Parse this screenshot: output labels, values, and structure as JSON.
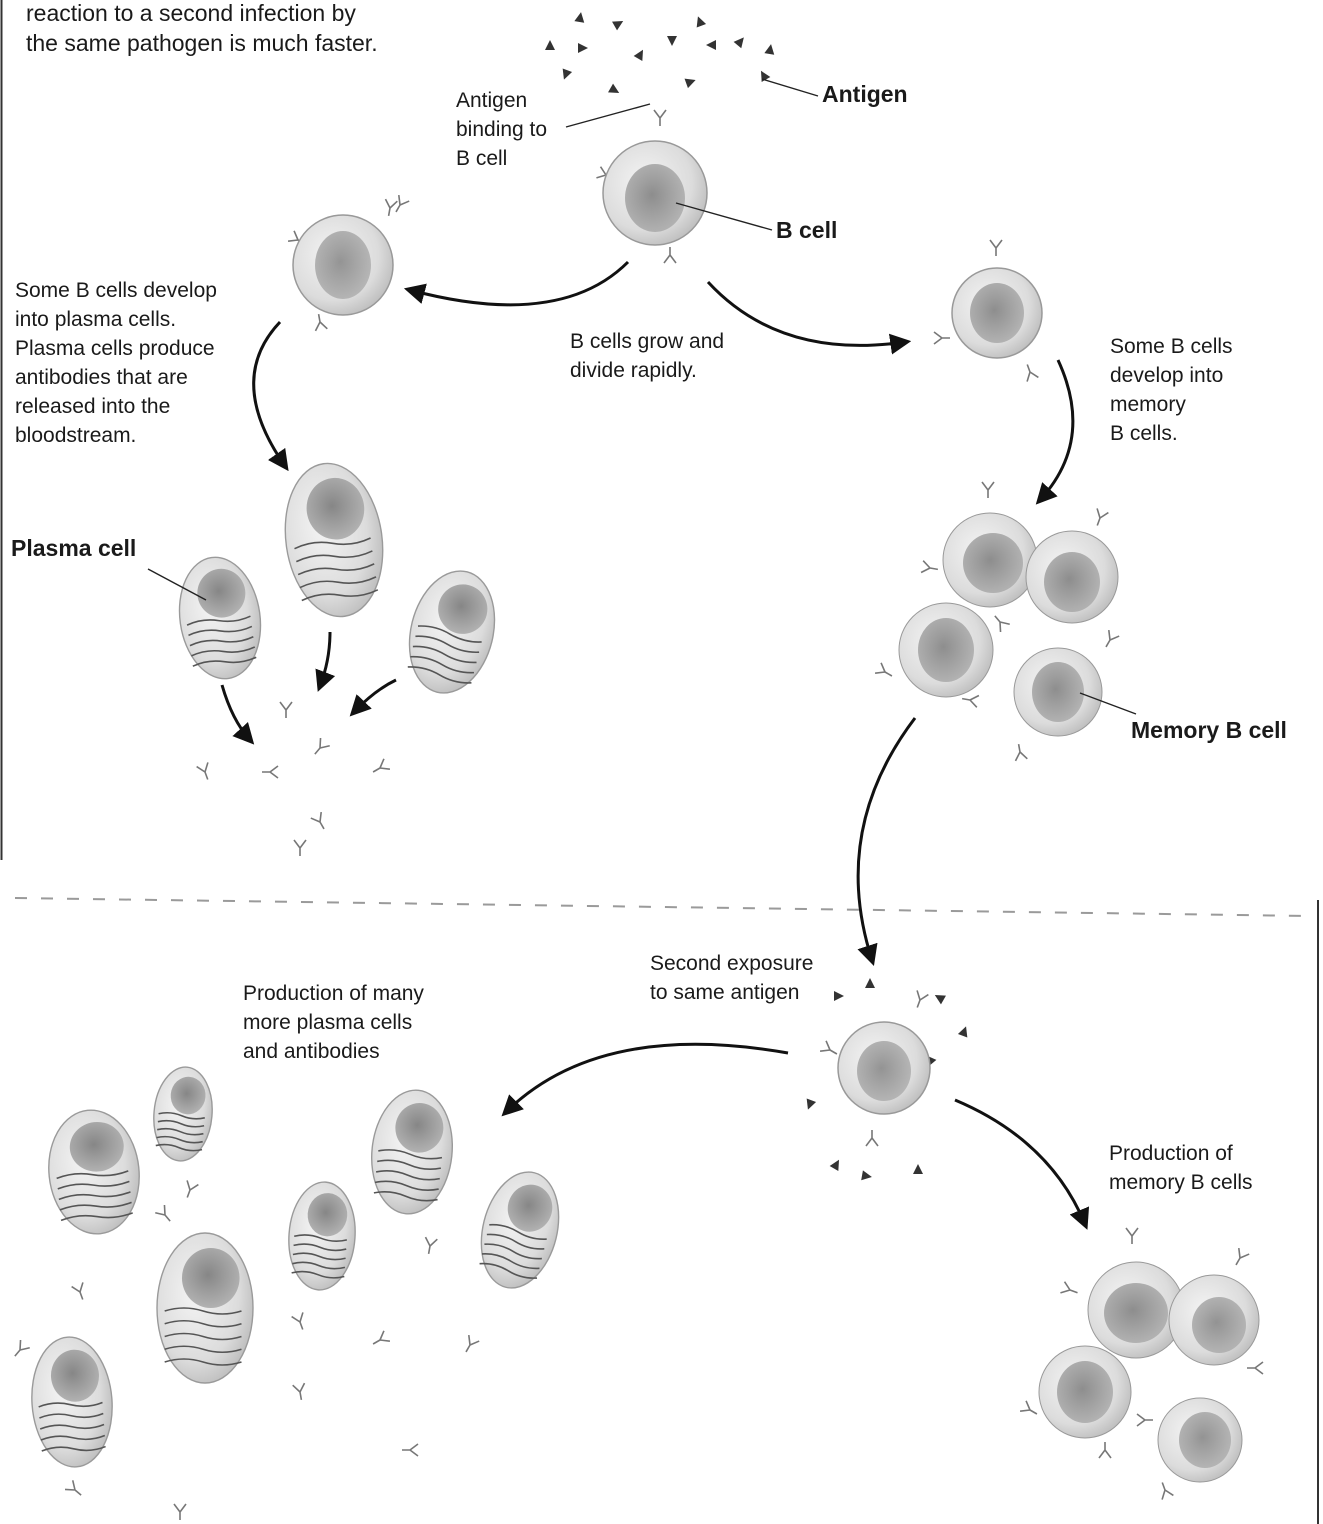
{
  "intro_text": "reaction to a second infection by\nthe same pathogen is much faster.",
  "labels": {
    "antigen": "Antigen",
    "antigen_binding": "Antigen\nbinding to\nB cell",
    "b_cell": "B cell",
    "plasma_develop": "Some B cells develop\ninto plasma cells.\nPlasma cells produce\nantibodies that are\nreleased into the\nbloodstream.",
    "grow_divide": "B cells grow and\ndivide rapidly.",
    "memory_develop": "Some B cells\ndevelop into\nmemory\nB cells.",
    "plasma_cell": "Plasma cell",
    "memory_b_cell": "Memory B cell",
    "second_exposure": "Second exposure\nto same antigen",
    "production_plasma": "Production of many\nmore plasma cells\nand antibodies",
    "production_memory": "Production of\nmemory B cells"
  },
  "colors": {
    "arrow": "#111111",
    "cell_fill": "#e6e6e6",
    "nucleus": "#7a7a7a",
    "divider": "#9a9a9a"
  }
}
